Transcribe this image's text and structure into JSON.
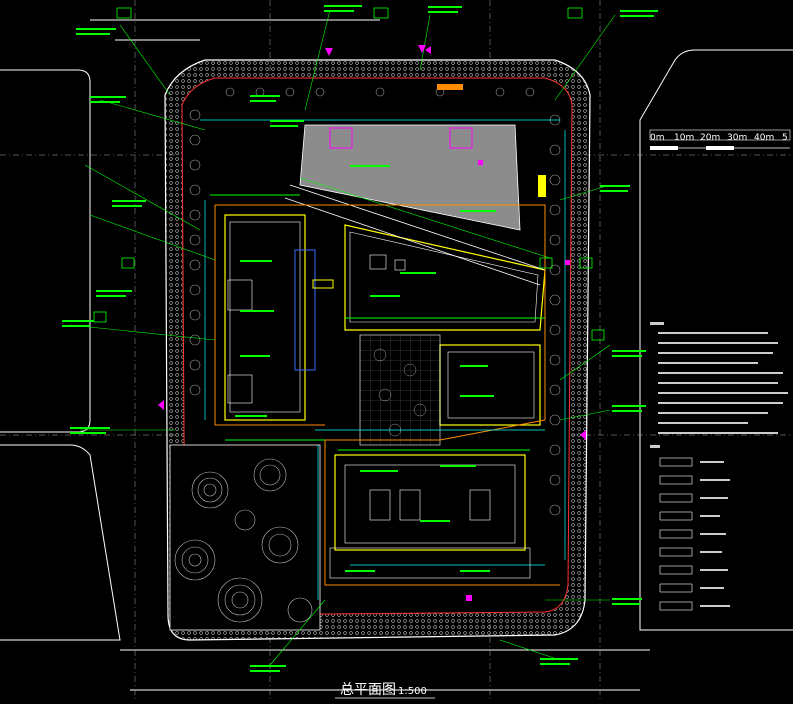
{
  "drawing": {
    "title": "总平面图",
    "scale": "1:500",
    "scale_bar_labels": [
      "0m",
      "10m",
      "20m",
      "30m",
      "40m",
      "5"
    ],
    "colors": {
      "background": "#000000",
      "road": "#ffffff",
      "boundary": "#ff3030",
      "building": "#ffff00",
      "annotation": "#00ff00",
      "dimension": "#00ffff",
      "marker": "#ff00ff",
      "orange": "#ff8c00",
      "blue": "#3a6bff",
      "gray_fill": "#8c8c8c"
    }
  }
}
